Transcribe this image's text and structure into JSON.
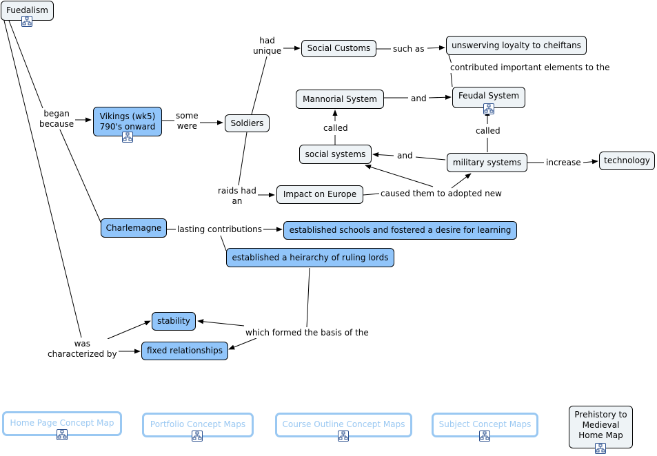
{
  "nodes": {
    "fuedalism": "Fuedalism",
    "vikings": "Vikings (wk5)\n790's onward",
    "soldiers": "Soldiers",
    "social_customs": "Social Customs",
    "loyalty": "unswerving loyalty to cheiftans",
    "mannorial": "Mannorial System",
    "feudal": "Feudal System",
    "social_systems": "social systems",
    "military_systems": "military systems",
    "technology": "technology",
    "impact": "Impact on Europe",
    "charlemagne": "Charlemagne",
    "schools": "established schools and fostered a desire for learning",
    "heirarchy": "established a heirarchy of ruling lords",
    "stability": "stability",
    "fixed": "fixed relationships",
    "prehistory": "Prehistory to\nMedieval\nHome Map"
  },
  "links": {
    "began_because": "began\nbecause",
    "some_were": "some\nwere",
    "had_unique": "had\nunique",
    "such_as": "such as",
    "contributed": "contributed important elements to the",
    "and_feudal": "and",
    "called_1": "called",
    "called_2": "called",
    "and_social": "and",
    "increase": "increase",
    "raids_had_an": "raids had\nan",
    "caused": "caused them to adopted new",
    "lasting": "lasting contributions",
    "formed_basis": "which formed the basis of the",
    "was_characterized": "was\ncharacterized by"
  },
  "nav": {
    "home": "Home Page Concept Map",
    "portfolio": "Portfolio Concept Maps",
    "course": "Course Outline Concept Maps",
    "subject": "Subject Concept Maps"
  },
  "colors": {
    "node_fill": "#eef3f6",
    "highlight_fill": "#91c5fa",
    "nav_border": "#9ac8f2"
  },
  "icons": {
    "submap": "concept-map-icon"
  }
}
